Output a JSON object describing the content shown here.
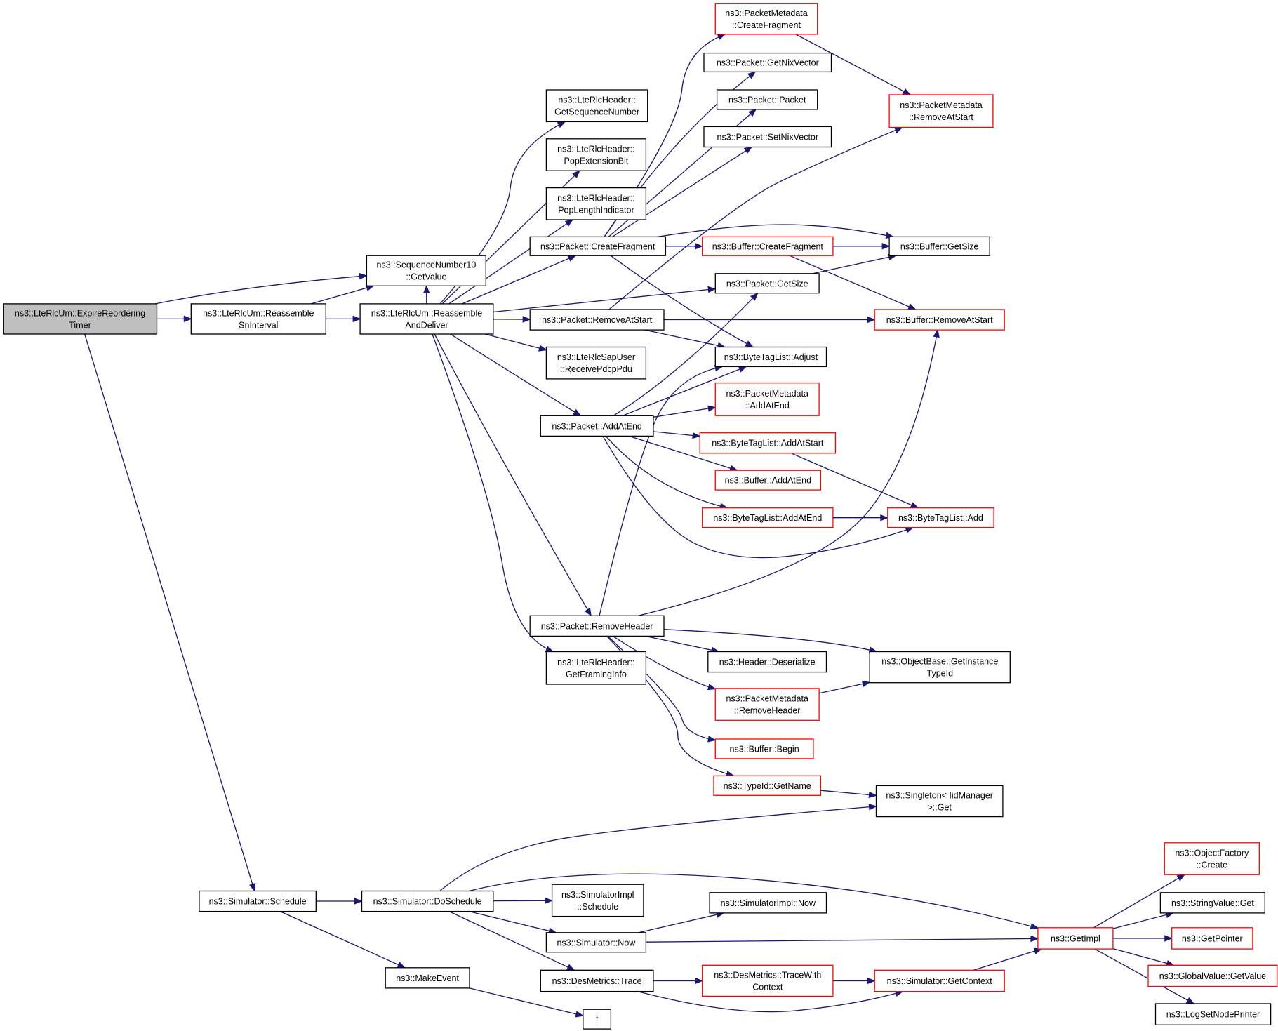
{
  "graph": {
    "type": "doxygen-call-graph",
    "colors": {
      "edge": "#191970",
      "node_border": "#000000",
      "truncated_node_border": "#ff0000",
      "root_fill": "#bfbfbf",
      "node_fill": "#ffffff"
    },
    "nodes": [
      {
        "id": "n0",
        "lines": [
          "ns3::LteRlcUm::ExpireReordering",
          "Timer"
        ],
        "root": true
      },
      {
        "id": "n1",
        "lines": [
          "ns3::SequenceNumber10",
          "::GetValue"
        ]
      },
      {
        "id": "n2",
        "lines": [
          "ns3::LteRlcUm::Reassemble",
          "SnInterval"
        ]
      },
      {
        "id": "n3",
        "lines": [
          "ns3::Simulator::Schedule"
        ]
      },
      {
        "id": "n4",
        "lines": [
          "ns3::LteRlcUm::Reassemble",
          "AndDeliver"
        ]
      },
      {
        "id": "n5",
        "lines": [
          "ns3::LteRlcHeader::",
          "GetSequenceNumber"
        ]
      },
      {
        "id": "n6",
        "lines": [
          "ns3::LteRlcHeader::",
          "PopExtensionBit"
        ]
      },
      {
        "id": "n7",
        "lines": [
          "ns3::LteRlcHeader::",
          "PopLengthIndicator"
        ]
      },
      {
        "id": "n8",
        "lines": [
          "ns3::Packet::CreateFragment"
        ]
      },
      {
        "id": "n9",
        "lines": [
          "ns3::Packet::RemoveAtStart"
        ]
      },
      {
        "id": "n10",
        "lines": [
          "ns3::LteRlcSapUser",
          "::ReceivePdcpPdu"
        ]
      },
      {
        "id": "n11",
        "lines": [
          "ns3::Packet::AddAtEnd"
        ]
      },
      {
        "id": "n12",
        "lines": [
          "ns3::Packet::RemoveHeader"
        ]
      },
      {
        "id": "n13",
        "lines": [
          "ns3::LteRlcHeader::",
          "GetFramingInfo"
        ]
      },
      {
        "id": "n14",
        "lines": [
          "ns3::PacketMetadata",
          "::CreateFragment"
        ],
        "incomplete": true
      },
      {
        "id": "n15",
        "lines": [
          "ns3::Packet::GetNixVector"
        ]
      },
      {
        "id": "n16",
        "lines": [
          "ns3::Packet::Packet"
        ]
      },
      {
        "id": "n17",
        "lines": [
          "ns3::Packet::SetNixVector"
        ]
      },
      {
        "id": "n18",
        "lines": [
          "ns3::Buffer::CreateFragment"
        ],
        "incomplete": true
      },
      {
        "id": "n19",
        "lines": [
          "ns3::Packet::GetSize"
        ]
      },
      {
        "id": "n20",
        "lines": [
          "ns3::ByteTagList::Adjust"
        ]
      },
      {
        "id": "n21",
        "lines": [
          "ns3::PacketMetadata",
          "::AddAtEnd"
        ],
        "incomplete": true
      },
      {
        "id": "n22",
        "lines": [
          "ns3::ByteTagList::AddAtStart"
        ],
        "incomplete": true
      },
      {
        "id": "n23",
        "lines": [
          "ns3::Buffer::AddAtEnd"
        ],
        "incomplete": true
      },
      {
        "id": "n24",
        "lines": [
          "ns3::ByteTagList::AddAtEnd"
        ],
        "incomplete": true
      },
      {
        "id": "n25",
        "lines": [
          "ns3::PacketMetadata",
          "::RemoveAtStart"
        ],
        "incomplete": true
      },
      {
        "id": "n26",
        "lines": [
          "ns3::Buffer::GetSize"
        ]
      },
      {
        "id": "n27",
        "lines": [
          "ns3::Buffer::RemoveAtStart"
        ],
        "incomplete": true
      },
      {
        "id": "n28",
        "lines": [
          "ns3::ByteTagList::Add"
        ],
        "incomplete": true
      },
      {
        "id": "n29",
        "lines": [
          "ns3::Header::Deserialize"
        ]
      },
      {
        "id": "n30",
        "lines": [
          "ns3::PacketMetadata",
          "::RemoveHeader"
        ],
        "incomplete": true
      },
      {
        "id": "n31",
        "lines": [
          "ns3::Buffer::Begin"
        ],
        "incomplete": true
      },
      {
        "id": "n32",
        "lines": [
          "ns3::TypeId::GetName"
        ],
        "incomplete": true
      },
      {
        "id": "n33",
        "lines": [
          "ns3::ObjectBase::GetInstance",
          "TypeId"
        ]
      },
      {
        "id": "n34",
        "lines": [
          "ns3::Singleton< IidManager",
          ">::Get"
        ]
      },
      {
        "id": "n35",
        "lines": [
          "ns3::Simulator::DoSchedule"
        ]
      },
      {
        "id": "n36",
        "lines": [
          "ns3::MakeEvent"
        ]
      },
      {
        "id": "n37",
        "lines": [
          "ns3::SimulatorImpl",
          "::Schedule"
        ]
      },
      {
        "id": "n38",
        "lines": [
          "ns3::Simulator::Now"
        ]
      },
      {
        "id": "n39",
        "lines": [
          "ns3::DesMetrics::Trace"
        ]
      },
      {
        "id": "n40",
        "lines": [
          "f"
        ]
      },
      {
        "id": "n41",
        "lines": [
          "ns3::SimulatorImpl::Now"
        ]
      },
      {
        "id": "n42",
        "lines": [
          "ns3::DesMetrics::TraceWith",
          "Context"
        ],
        "incomplete": true
      },
      {
        "id": "n43",
        "lines": [
          "ns3::Simulator::GetContext"
        ],
        "incomplete": true
      },
      {
        "id": "n44",
        "lines": [
          "ns3::GetImpl"
        ],
        "incomplete": true
      },
      {
        "id": "n45",
        "lines": [
          "ns3::ObjectFactory",
          "::Create"
        ],
        "incomplete": true
      },
      {
        "id": "n46",
        "lines": [
          "ns3::StringValue::Get"
        ]
      },
      {
        "id": "n47",
        "lines": [
          "ns3::GetPointer"
        ],
        "incomplete": true
      },
      {
        "id": "n48",
        "lines": [
          "ns3::GlobalValue::GetValue"
        ],
        "incomplete": true
      },
      {
        "id": "n49",
        "lines": [
          "ns3::LogSetNodePrinter"
        ]
      }
    ],
    "edges": [
      [
        "n0",
        "n1"
      ],
      [
        "n0",
        "n2"
      ],
      [
        "n0",
        "n3"
      ],
      [
        "n2",
        "n1"
      ],
      [
        "n2",
        "n4"
      ],
      [
        "n4",
        "n1"
      ],
      [
        "n4",
        "n5"
      ],
      [
        "n4",
        "n6"
      ],
      [
        "n4",
        "n7"
      ],
      [
        "n4",
        "n8"
      ],
      [
        "n4",
        "n19"
      ],
      [
        "n4",
        "n9"
      ],
      [
        "n4",
        "n10"
      ],
      [
        "n4",
        "n11"
      ],
      [
        "n4",
        "n12"
      ],
      [
        "n4",
        "n13"
      ],
      [
        "n8",
        "n14"
      ],
      [
        "n8",
        "n15"
      ],
      [
        "n8",
        "n16"
      ],
      [
        "n8",
        "n17"
      ],
      [
        "n8",
        "n26"
      ],
      [
        "n8",
        "n18"
      ],
      [
        "n8",
        "n20"
      ],
      [
        "n14",
        "n25"
      ],
      [
        "n18",
        "n26"
      ],
      [
        "n18",
        "n27"
      ],
      [
        "n19",
        "n26"
      ],
      [
        "n9",
        "n25"
      ],
      [
        "n9",
        "n27"
      ],
      [
        "n9",
        "n20"
      ],
      [
        "n11",
        "n19"
      ],
      [
        "n11",
        "n20"
      ],
      [
        "n11",
        "n21"
      ],
      [
        "n11",
        "n22"
      ],
      [
        "n11",
        "n23"
      ],
      [
        "n11",
        "n24"
      ],
      [
        "n11",
        "n28"
      ],
      [
        "n22",
        "n28"
      ],
      [
        "n24",
        "n28"
      ],
      [
        "n12",
        "n20"
      ],
      [
        "n12",
        "n27"
      ],
      [
        "n12",
        "n33"
      ],
      [
        "n12",
        "n29"
      ],
      [
        "n12",
        "n30"
      ],
      [
        "n12",
        "n31"
      ],
      [
        "n12",
        "n32"
      ],
      [
        "n30",
        "n33"
      ],
      [
        "n32",
        "n34"
      ],
      [
        "n3",
        "n35"
      ],
      [
        "n3",
        "n36"
      ],
      [
        "n35",
        "n34"
      ],
      [
        "n35",
        "n44"
      ],
      [
        "n35",
        "n37"
      ],
      [
        "n35",
        "n38"
      ],
      [
        "n35",
        "n39"
      ],
      [
        "n36",
        "n40"
      ],
      [
        "n38",
        "n41"
      ],
      [
        "n38",
        "n44"
      ],
      [
        "n39",
        "n42"
      ],
      [
        "n39",
        "n43"
      ],
      [
        "n42",
        "n43"
      ],
      [
        "n43",
        "n44"
      ],
      [
        "n44",
        "n45"
      ],
      [
        "n44",
        "n46"
      ],
      [
        "n44",
        "n47"
      ],
      [
        "n44",
        "n48"
      ],
      [
        "n44",
        "n49"
      ]
    ]
  }
}
